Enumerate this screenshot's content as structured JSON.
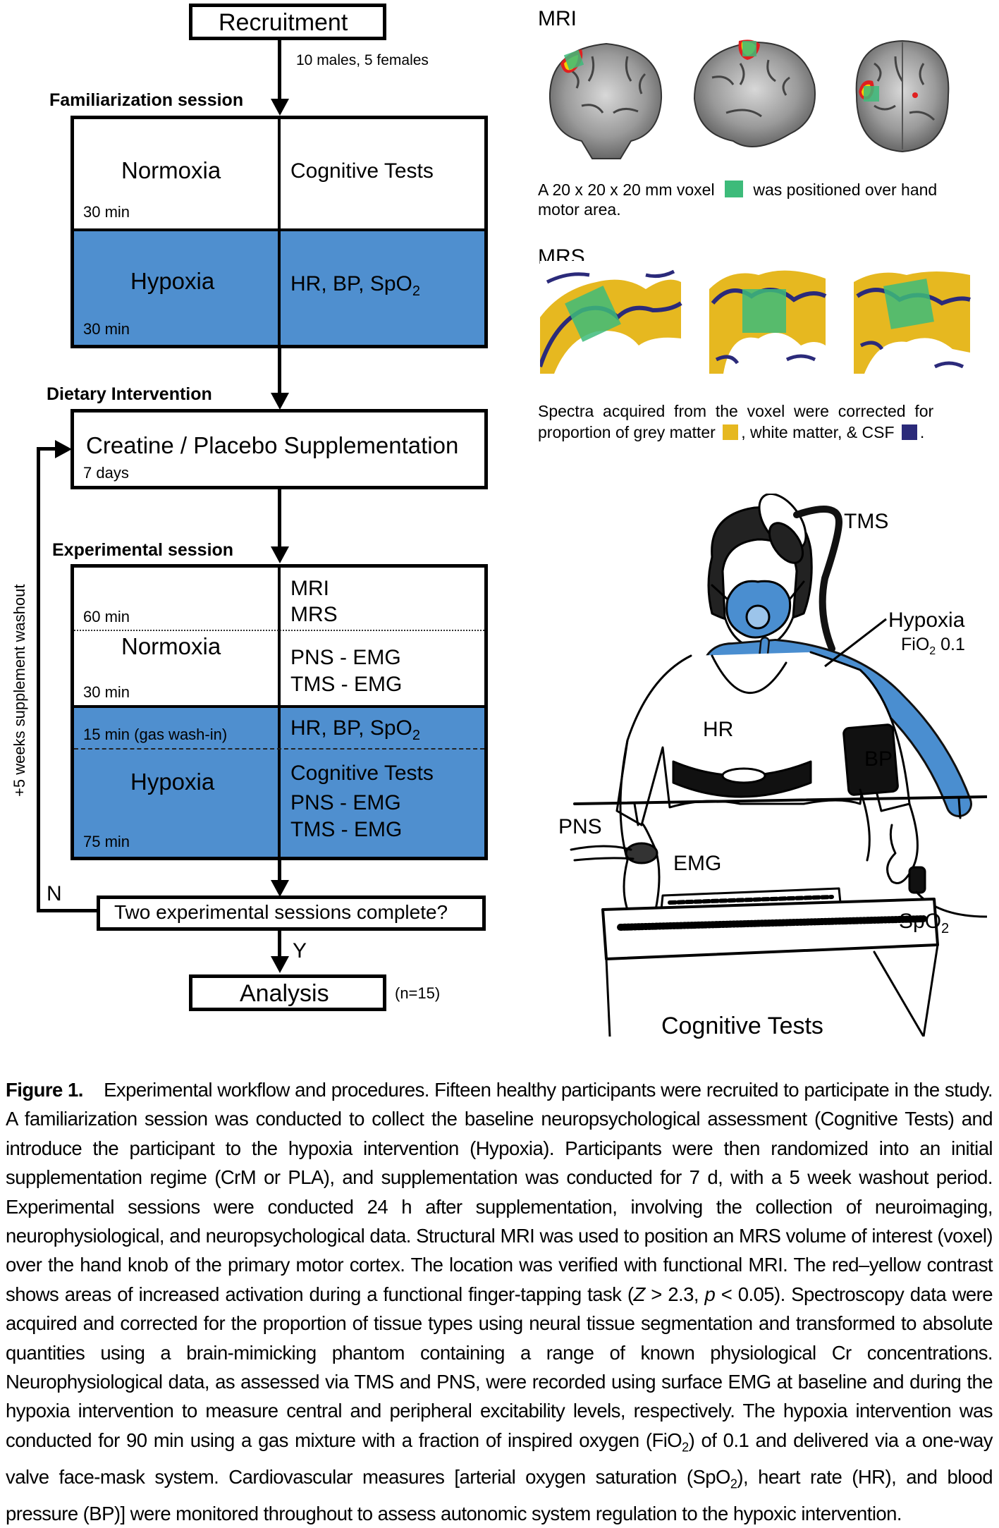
{
  "flow": {
    "recruitment": "Recruitment",
    "participants": "10 males, 5 females",
    "familiarization_title": "Familiarization session",
    "normoxia": "Normoxia",
    "cognitive_tests": "Cognitive Tests",
    "time_30": "30 min",
    "hypoxia": "Hypoxia",
    "hr_bp_spo2_prefix": "HR, BP, SpO",
    "sub_2": "2",
    "dietary_title": "Dietary Intervention",
    "supplementation": "Creatine / Placebo Supplementation",
    "time_7d": "7 days",
    "washout": "+5 weeks supplement washout",
    "experimental_title": "Experimental session",
    "time_60": "60 min",
    "mri": "MRI",
    "mrs": "MRS",
    "pns_emg": "PNS - EMG",
    "tms_emg": "TMS - EMG",
    "gas_washin": "15 min (gas wash-in)",
    "time_75": "75 min",
    "decision": "Two experimental sessions complete?",
    "no": "N",
    "yes": "Y",
    "analysis": "Analysis",
    "n": "(n=15)"
  },
  "imaging": {
    "mri_label": "MRI",
    "voxel_text_a": "A 20 x 20 x 20 mm voxel",
    "voxel_text_b": "was positioned over hand",
    "voxel_text_c": "motor area.",
    "mrs_label": "MRS",
    "spectra_line1": "Spectra  acquired  from  the  voxel  were  corrected  for",
    "spectra_line2a": "proportion of grey matter",
    "spectra_line2b": ", white matter, & CSF",
    "spectra_line2c": ".",
    "colors": {
      "voxel": "#3dbb7a",
      "grey_matter": "#e6b820",
      "csf": "#2b2a7a",
      "activation_red": "#e02020",
      "activation_yellow": "#f7d000"
    }
  },
  "illustration": {
    "tms": "TMS",
    "hypoxia": "Hypoxia",
    "fio2": "FiO",
    "fio2_sub": "2",
    "fio2_val": " 0.1",
    "hr": "HR",
    "bp": "BP",
    "pns": "PNS",
    "emg": "EMG",
    "spo2": "SpO",
    "spo2_sub": "2",
    "cognitive_tests": "Cognitive Tests"
  },
  "caption": {
    "label": "Figure 1.",
    "text_1": "Experimental workflow and procedures. Fifteen healthy participants were recruited to participate in the study. A familiarization session was conducted to collect the baseline neuropsychological assessment (Cognitive Tests) and introduce the participant to the hypoxia intervention (Hypoxia). Participants were then randomized into an initial supplementation regime (CrM or PLA), and supplementation was conducted for 7 d, with a 5 week washout period. Experimental sessions were conducted 24 h after supplementation, involving the collection of neuroimaging, neurophysiological, and neuropsychological data. Structural MRI was used to position an MRS volume of interest (voxel) over the hand knob of the primary motor cortex. The location was verified with functional MRI. The red–yellow contrast shows areas of increased activation during a functional finger-tapping task (",
    "z": "Z",
    "text_2": " > 2.3, ",
    "p": "p",
    "text_3": " < 0.05). Spectroscopy data were acquired and corrected for the proportion of tissue types using neural tissue segmentation and transformed to absolute quantities using a brain-mimicking phantom containing a range of known physiological Cr concentrations. Neurophysiological data, as assessed via TMS and PNS, were recorded using surface EMG at baseline and during the hypoxia intervention to measure central and peripheral excitability levels, respectively. The hypoxia intervention was conducted for 90 min using a gas mixture with a fraction of inspired oxygen (FiO",
    "sub_a": "2",
    "text_4": ") of 0.1 and delivered via a one-way valve face-mask system. Cardiovascular measures [arterial oxygen saturation (SpO",
    "sub_b": "2",
    "text_5": "), heart rate (HR), and blood pressure (BP)] were monitored throughout to assess autonomic system regulation to the hypoxic intervention."
  }
}
